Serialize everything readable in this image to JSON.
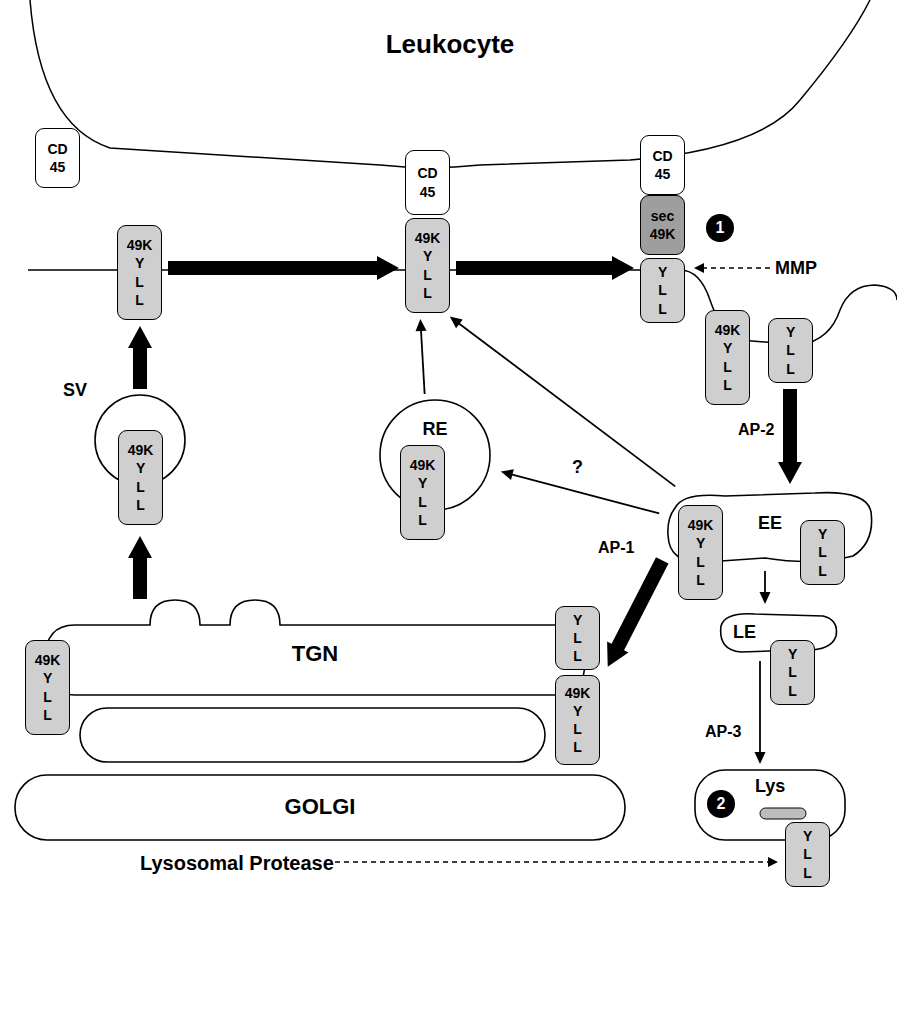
{
  "diagram": {
    "nodes": [
      {
        "text": [
          "CD 45"
        ]
      },
      {
        "text": [
          "CD 45"
        ]
      },
      {
        "text": [
          "CD 45"
        ]
      },
      {
        "text": [
          "sec 49K"
        ]
      },
      {
        "text": [
          "49K",
          "Y L L"
        ]
      },
      {
        "text": [
          "49K",
          "Y L L"
        ]
      },
      {
        "text": [
          "Y L L"
        ]
      },
      {
        "text": [
          "49K",
          "Y L L"
        ]
      },
      {
        "text": [
          "Y L L"
        ]
      },
      {
        "text": [
          "SV"
        ]
      },
      {
        "text": [
          "49K",
          "Y L L"
        ],
        "in": 9
      },
      {
        "text": [
          "RE"
        ]
      },
      {
        "text": [
          "49K",
          "Y L L"
        ],
        "in": 11
      },
      {
        "text": [
          "EE"
        ]
      },
      {
        "text": [
          "49K",
          "Y L L"
        ],
        "in": 13
      },
      {
        "text": [
          "Y L L"
        ],
        "in": 13
      },
      {
        "text": [
          "LE"
        ]
      },
      {
        "text": [
          "Y L L"
        ],
        "in": 16
      },
      {
        "text": [
          "Lys"
        ]
      },
      {
        "text": [
          "Y L L"
        ],
        "in": 18
      },
      {
        "text": [
          "TGN"
        ]
      },
      {
        "text": [
          "GOLGI"
        ]
      },
      {
        "text": [
          "49K",
          "Y L L"
        ],
        "in": 20
      },
      {
        "text": [
          "Y L L"
        ],
        "in": 20
      },
      {
        "text": [
          "49K",
          "Y L L"
        ],
        "in": 20
      }
    ],
    "edges": [
      {
        "from": 20,
        "to": 9,
        "arrow": "to"
      },
      {
        "from": 9,
        "to": 4,
        "arrow": "to"
      },
      {
        "from": 4,
        "to": 5,
        "arrow": "to"
      },
      {
        "from": 5,
        "to": 6,
        "arrow": "to"
      },
      {
        "from": 8,
        "to": 13,
        "label": "AP-2",
        "arrow": "to"
      },
      {
        "from": 13,
        "to": 20,
        "label": "AP-1",
        "arrow": "to"
      },
      {
        "from": 13,
        "to": 11,
        "label": "?",
        "arrow": "to"
      },
      {
        "from": 11,
        "to": 5,
        "arrow": "to"
      },
      {
        "from": 13,
        "to": 5,
        "arrow": "to"
      },
      {
        "from": 13,
        "to": 16,
        "arrow": "to"
      },
      {
        "from": 16,
        "to": 18,
        "label": "AP-3",
        "arrow": "to"
      }
    ],
    "labels": [
      "Leukocyte",
      "1",
      "MMP",
      "2",
      "Lysosomal Protease"
    ]
  }
}
